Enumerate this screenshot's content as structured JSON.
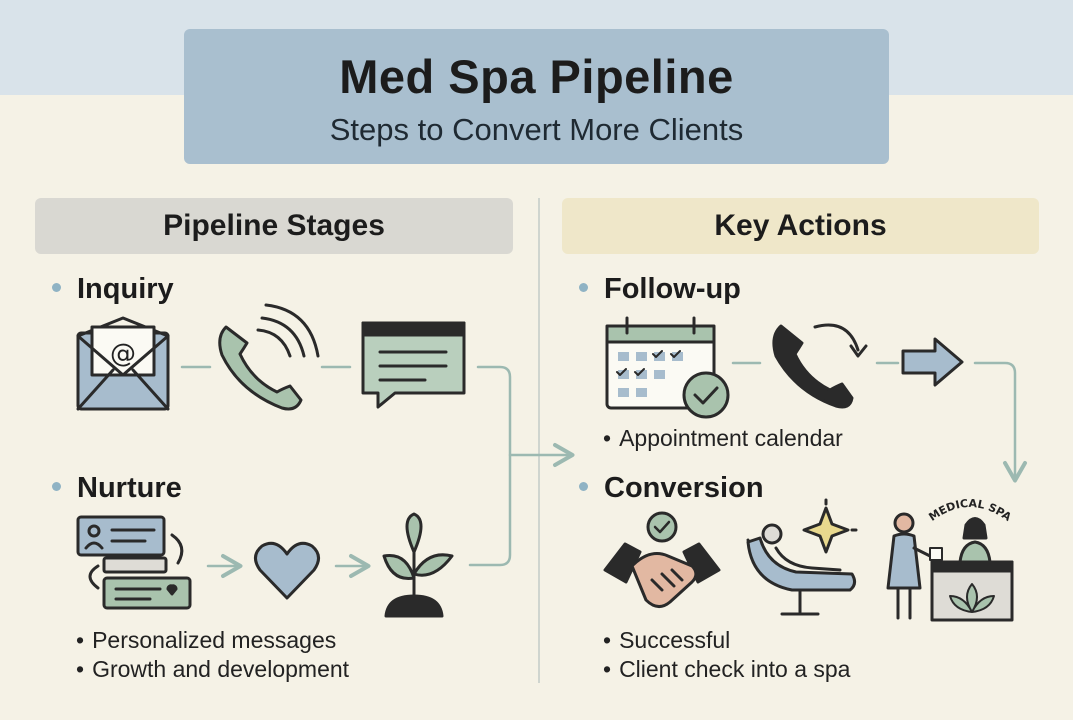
{
  "header": {
    "title": "Med Spa Pipeline",
    "subtitle": "Steps to Convert More Clients"
  },
  "columns": {
    "left_title": "Pipeline Stages",
    "right_title": "Key Actions"
  },
  "stages": {
    "inquiry": "Inquiry",
    "nurture": "Nurture",
    "follow_up": "Follow-up",
    "conversion": "Conversion"
  },
  "captions": {
    "followup_1": "Appointment calendar",
    "nurture_1": "Personalized messages",
    "nurture_2": "Growth and development",
    "conversion_1": "Successful",
    "conversion_2": "Client check into a spa"
  },
  "sign_text": "MEDICAL SPA",
  "email_symbol": "@",
  "icons": [
    "envelope-icon",
    "phone-ringing-icon",
    "chat-window-icon",
    "message-threads-icon",
    "heart-icon",
    "sprout-icon",
    "calendar-check-icon",
    "phone-callback-icon",
    "arrow-right-icon",
    "handshake-icon",
    "treatment-chair-icon",
    "sparkle-icon",
    "reception-desk-icon"
  ],
  "colors": {
    "background": "#f5f2e6",
    "title_box": "#a9bfcf",
    "top_band": "#d9e3ea",
    "left_header": "#d9d8d2",
    "right_header": "#efe7c9",
    "sage": "#a9c3ad",
    "blue": "#a7bccd",
    "connector": "#9cb9b1"
  }
}
